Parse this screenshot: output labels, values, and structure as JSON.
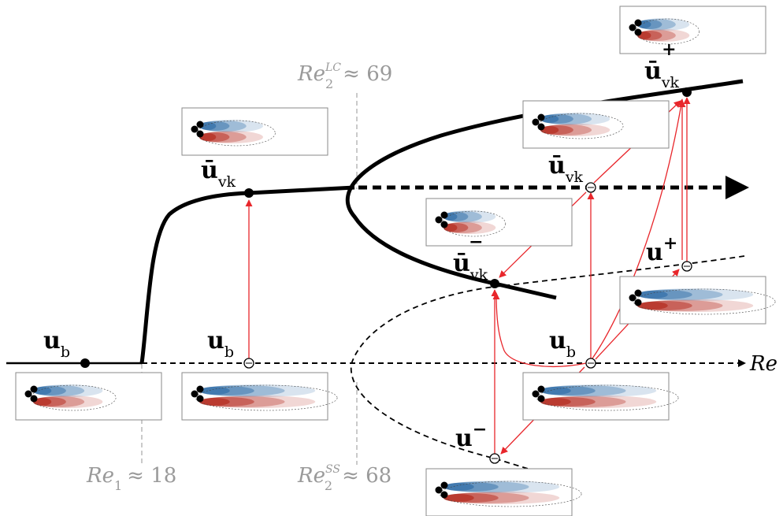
{
  "colors": {
    "branch": "#000000",
    "arrow": "#e8262b",
    "threshold": "#a8a8a8",
    "blue_contour": "#2c6aa6",
    "red_contour": "#b22418"
  },
  "axis": {
    "label": "Re"
  },
  "thresholds": {
    "re1": {
      "base": "Re",
      "sub": "1",
      "approx": "≈ 18"
    },
    "re2_lc": {
      "base": "Re",
      "sub": "2",
      "sup": "LC",
      "approx": "≈ 69"
    },
    "re2_ss": {
      "base": "Re",
      "sub": "2",
      "sup": "SS",
      "approx": "≈ 68"
    }
  },
  "labels": {
    "ub_left": {
      "main": "u",
      "sub": "b"
    },
    "ub_mid": {
      "main": "u",
      "sub": "b"
    },
    "ub_right": {
      "main": "u",
      "sub": "b"
    },
    "uvk_left": {
      "main": "ū",
      "sub": "vk"
    },
    "uvk_mid": {
      "main": "ū",
      "sub": "vk"
    },
    "uvk_plus": {
      "main": "ū",
      "sub": "vk",
      "sup": "+"
    },
    "uvk_minus": {
      "main": "ū",
      "sub": "vk",
      "sup": "−"
    },
    "u_plus": {
      "main": "u",
      "sup": "+"
    },
    "u_minus": {
      "main": "u",
      "sup": "−"
    }
  },
  "icons": [
    "flow-field-icon",
    "cylinder-cluster-icon"
  ]
}
